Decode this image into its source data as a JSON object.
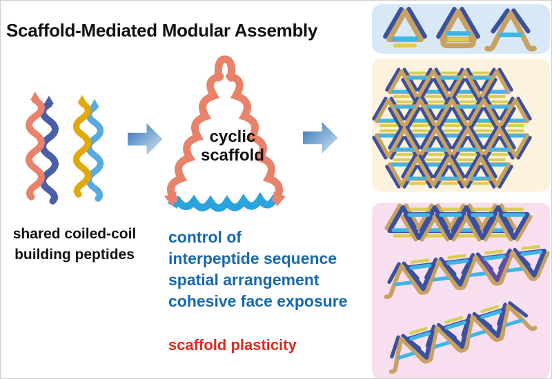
{
  "title": "Scaffold-Mediated Modular Assembly",
  "left_caption": {
    "line1": "shared coiled-coil",
    "line2": "building peptides"
  },
  "scaffold_label": {
    "line1": "cyclic",
    "line2": "scaffold"
  },
  "controls": [
    "control of",
    "interpeptide sequence",
    "spatial arrangement",
    "cohesive face exposure"
  ],
  "plasticity": "scaffold plasticity",
  "colors": {
    "background": "#FFFFFF",
    "title_text": "#111111",
    "label_text": "#111111",
    "blue_text": "#1668B2",
    "red_text": "#E02A1F",
    "salmon": "#E8826A",
    "navy_ribbon": "#4A5FA8",
    "gold": "#E2A90D",
    "light_blue": "#57AADF",
    "scaffold_blue": "#2BA3DC",
    "arrow_dark": "#2E72B6",
    "arrow_light": "#D5E6F4",
    "panel_blue": "#D9E8F6",
    "panel_cream": "#FCF2DE",
    "panel_pink": "#F8DFEF",
    "tri_tan": "#C9A161",
    "tri_navy": "#3A519E",
    "tri_cyan": "#3FB6E8",
    "tri_yellow": "#D8CE56",
    "tri_purple": "#5F4FA0"
  }
}
